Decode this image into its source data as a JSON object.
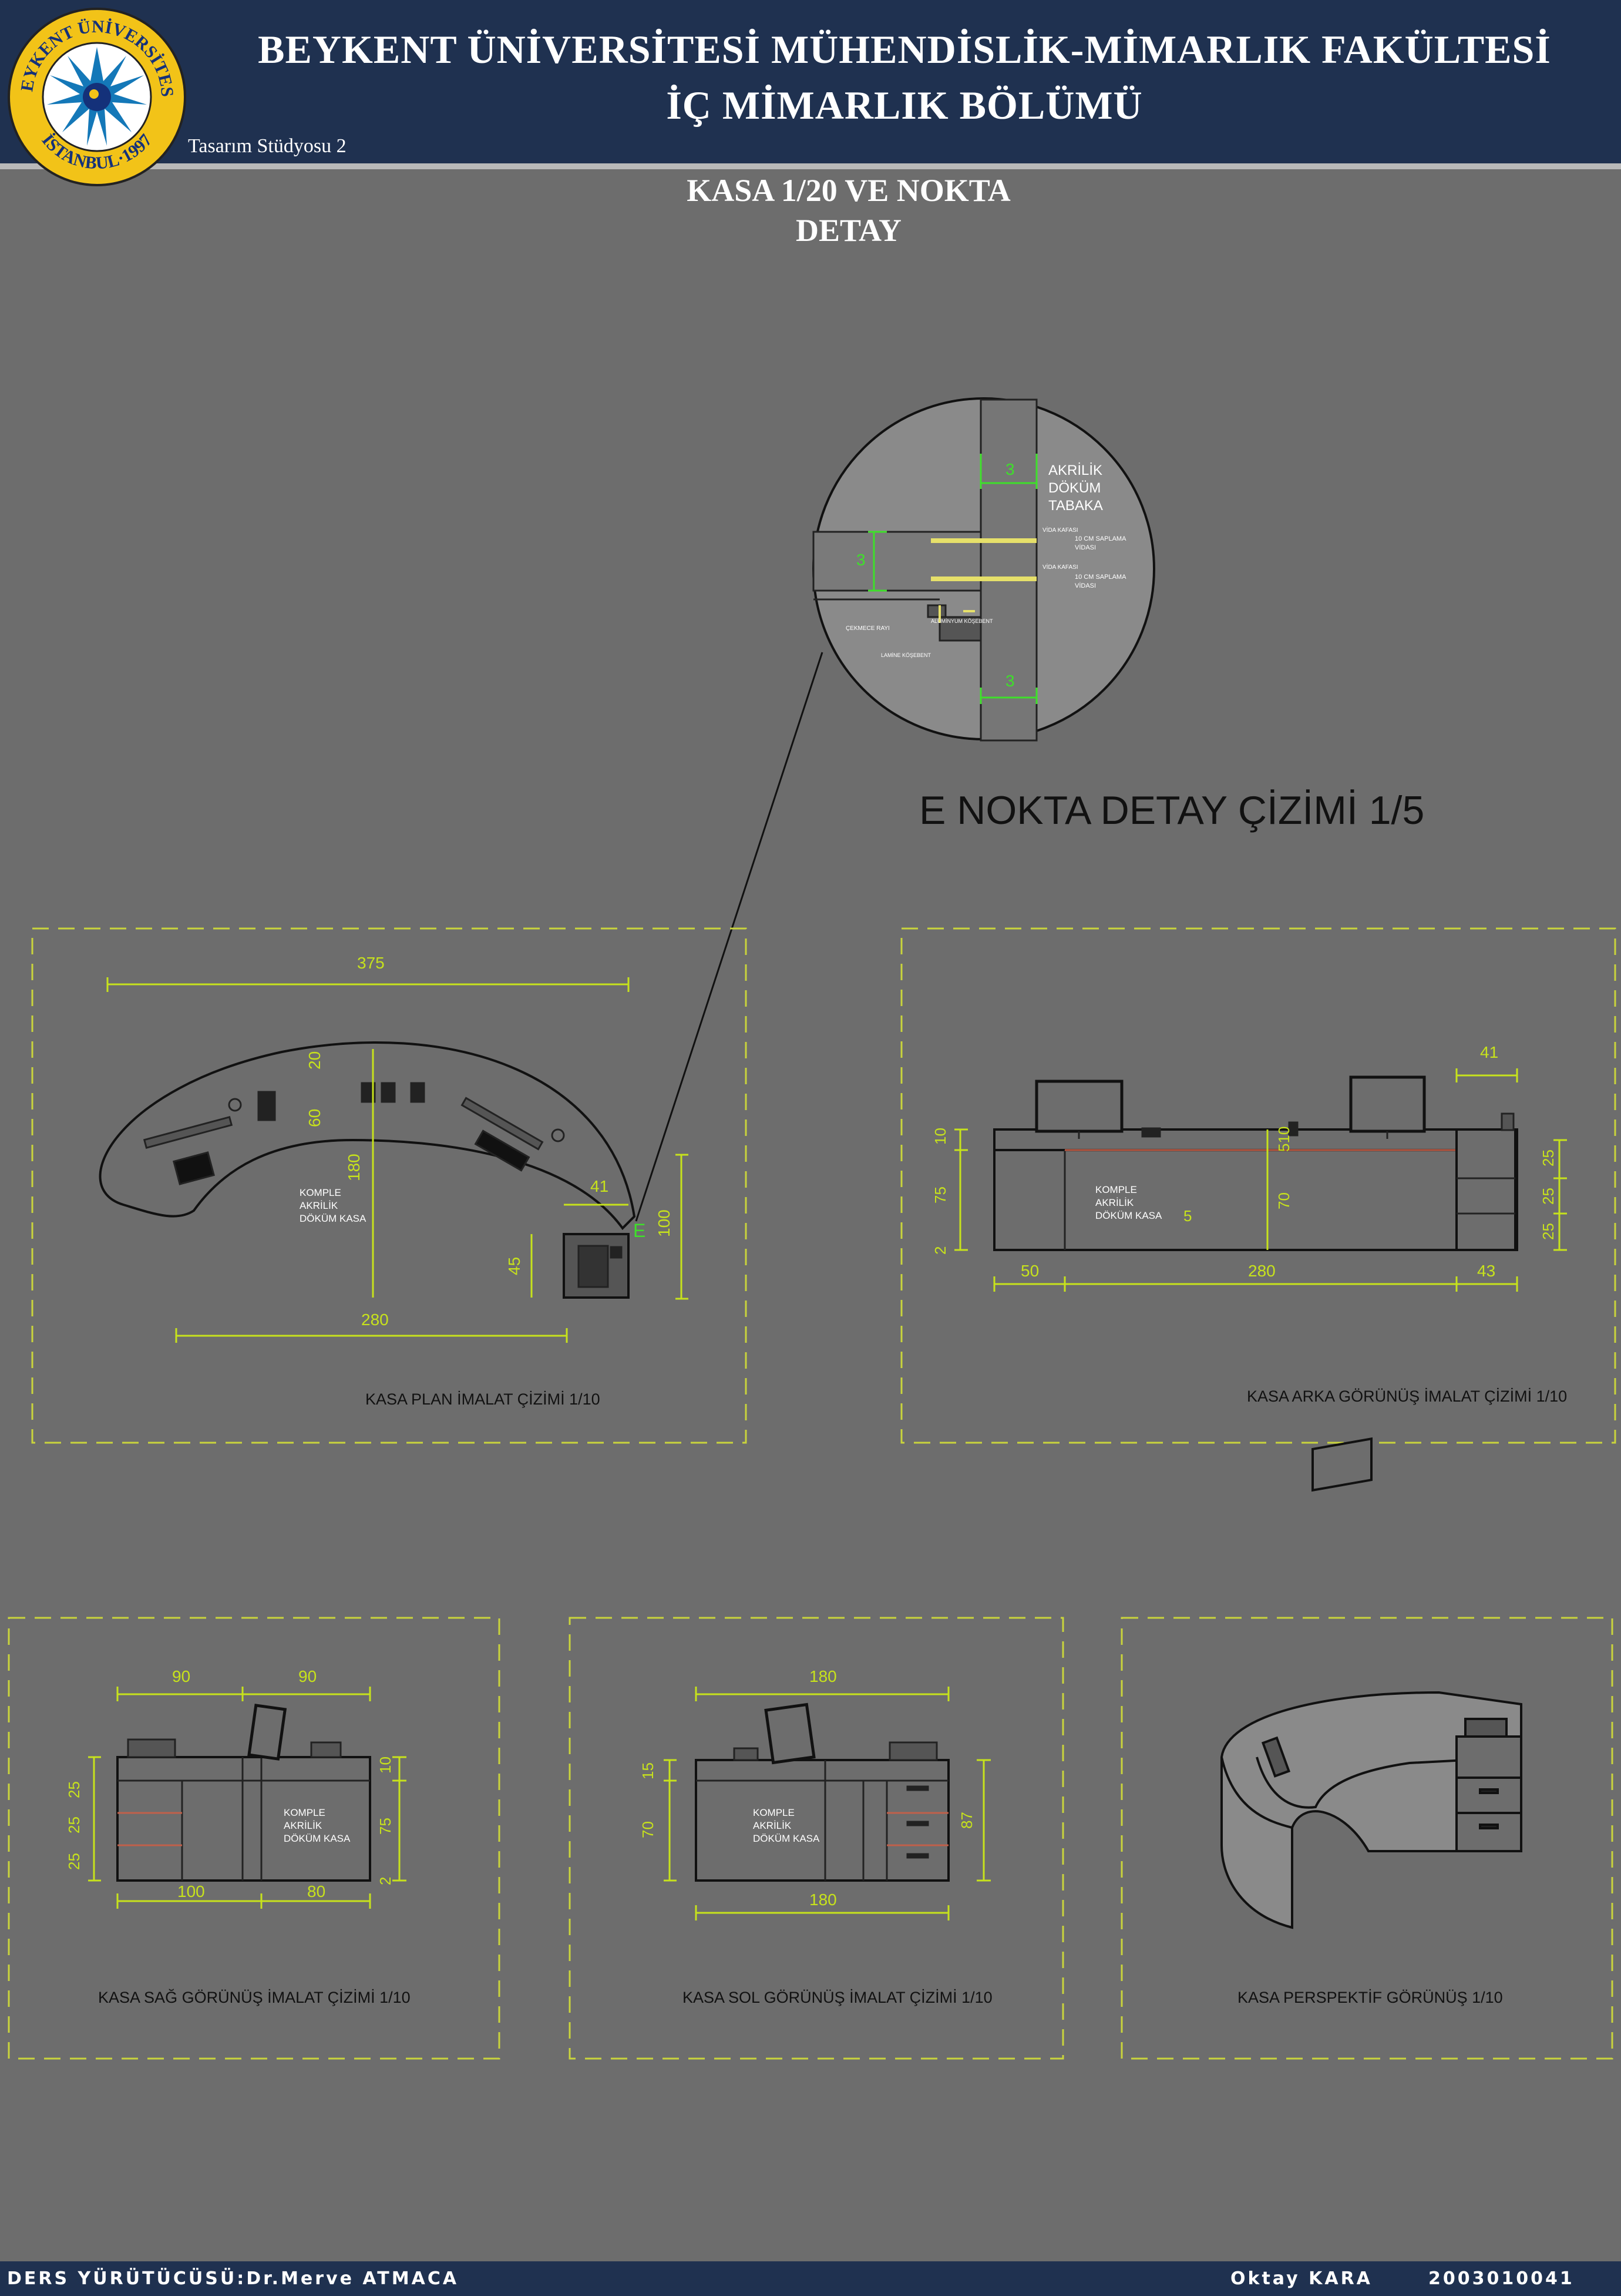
{
  "header": {
    "university": "BEYKENT ÜNİVERSİTESİ MÜHENDİSLİK-MİMARLIK FAKÜLTESİ",
    "department": "İÇ MİMARLIK BÖLÜMÜ",
    "course": "Tasarım Stüdyosu 2",
    "logo_top": "BEYKENT ÜNİVERSİTESİ",
    "logo_bottom": "İSTANBUL·1997"
  },
  "sheet": {
    "title_line1": "KASA 1/20 VE NOKTA",
    "title_line2": "DETAY"
  },
  "detail": {
    "title": "E NOKTA DETAY ÇİZİMİ 1/5",
    "label_line1": "AKRİLİK",
    "label_line2": "DÖKÜM",
    "label_line3": "TABAKA",
    "dim_top": "3",
    "dim_left": "3",
    "dim_bottom": "3",
    "screw1_a": "VİDA KAFASI",
    "screw1_b": "10 CM SAPLAMA",
    "screw1_c": "VİDASI",
    "screw2_a": "VİDA KAFASI",
    "screw2_b": "10 CM SAPLAMA",
    "screw2_c": "VİDASI",
    "rail": "ÇEKMECE RAYI",
    "bracket_a": "ALÜMİNYUM KÖŞEBENT",
    "laminate": "LAMİNE KÖŞEBENT"
  },
  "plan": {
    "caption": "KASA PLAN İMALAT ÇİZİMİ 1/10",
    "dim_375": "375",
    "dim_20": "20",
    "dim_60": "60",
    "dim_180": "180",
    "dim_41": "41",
    "dim_100": "100",
    "dim_45": "45",
    "dim_280": "280",
    "marker": "E",
    "note1": "KOMPLE",
    "note2": "AKRİLİK",
    "note3": "DÖKÜM KASA"
  },
  "back": {
    "caption": "KASA ARKA GÖRÜNÜŞ İMALAT ÇİZİMİ 1/10",
    "dim_41": "41",
    "dim_10": "10",
    "dim_75": "75",
    "dim_2": "2",
    "dim_510": "510",
    "dim_70": "70",
    "dim_5": "5",
    "dim_25a": "25",
    "dim_25b": "25",
    "dim_25c": "25",
    "dim_50": "50",
    "dim_280": "280",
    "dim_43": "43",
    "note1": "KOMPLE",
    "note2": "AKRİLİK",
    "note3": "DÖKÜM KASA"
  },
  "right": {
    "caption": "KASA SAĞ GÖRÜNÜŞ İMALAT ÇİZİMİ 1/10",
    "dim_90a": "90",
    "dim_90b": "90",
    "dim_25a": "25",
    "dim_25b": "25",
    "dim_25c": "25",
    "dim_10": "10",
    "dim_75": "75",
    "dim_2": "2",
    "dim_100": "100",
    "dim_80": "80",
    "note1": "KOMPLE",
    "note2": "AKRİLİK",
    "note3": "DÖKÜM KASA"
  },
  "left": {
    "caption": "KASA SOL GÖRÜNÜŞ İMALAT ÇİZİMİ 1/10",
    "dim_180_top": "180",
    "dim_15": "15",
    "dim_70": "70",
    "dim_87": "87",
    "dim_180_bottom": "180",
    "note1": "KOMPLE",
    "note2": "AKRİLİK",
    "note3": "DÖKÜM KASA"
  },
  "perspective": {
    "caption": "KASA PERSPEKTİF GÖRÜNÜŞ  1/10"
  },
  "footer": {
    "instructor": "DERS YÜRÜTÜCÜSÜ:Dr.Merve ATMACA",
    "student": "Oktay KARA",
    "student_id": "2003010041"
  },
  "colors": {
    "background": "#6d6d6d",
    "header": "#1f3150",
    "dimension": "#c7e21c",
    "frame": "#c9d43c",
    "line": "#222222",
    "accent_green": "#3ee02a"
  }
}
